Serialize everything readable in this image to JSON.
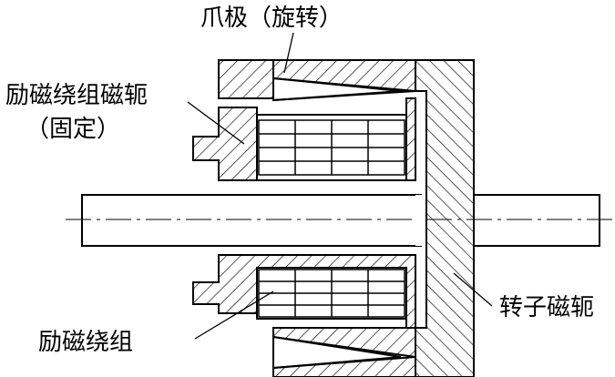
{
  "labels": {
    "claw_pole": "爪极（旋转）",
    "field_yoke_line1": "励磁绕组磁轭",
    "field_yoke_line2": "（固定）",
    "rotor_yoke": "转子磁轭",
    "field_winding": "励磁绕组"
  },
  "colors": {
    "line": "#000000",
    "background": "#ffffff"
  }
}
